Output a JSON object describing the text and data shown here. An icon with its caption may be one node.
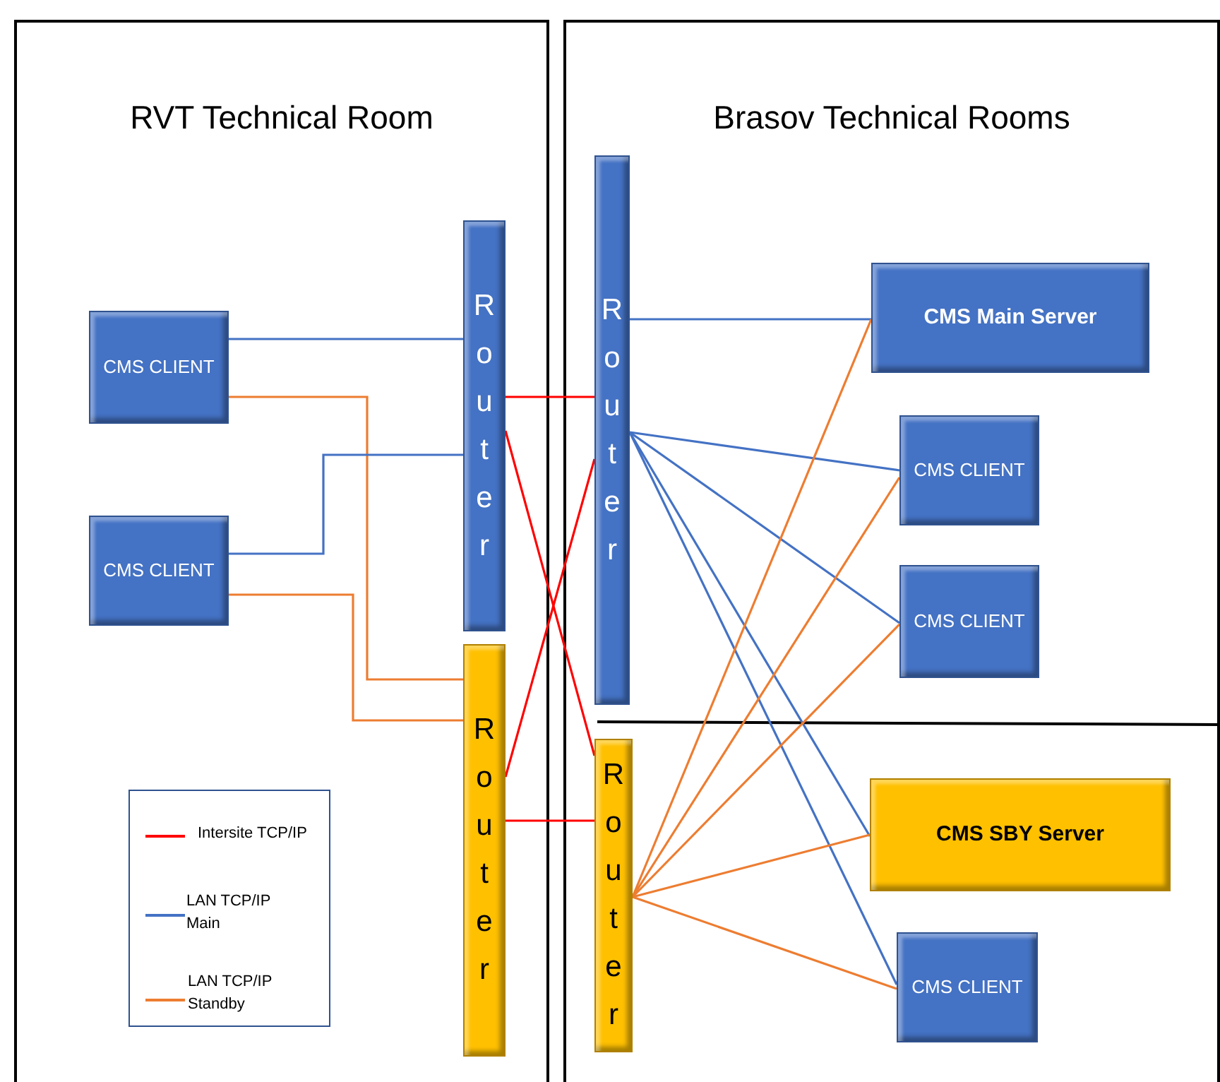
{
  "diagram": {
    "nodes": [
      {
        "text": [
          "RVT Technical Room"
        ]
      },
      {
        "text": [
          "Brasov Technical Rooms"
        ]
      },
      {
        "text": [
          "CMS CLIENT"
        ],
        "in": 0
      },
      {
        "text": [
          "CMS CLIENT"
        ],
        "in": 0
      },
      {
        "text": [
          "Router"
        ],
        "in": 0
      },
      {
        "text": [
          "Router"
        ],
        "in": 0
      },
      {
        "text": [
          "Router"
        ],
        "in": 1
      },
      {
        "text": [
          "Router"
        ],
        "in": 1
      },
      {
        "text": [
          "CMS Main Server"
        ],
        "in": 1
      },
      {
        "text": [
          "CMS CLIENT"
        ],
        "in": 1
      },
      {
        "text": [
          "CMS CLIENT"
        ],
        "in": 1
      },
      {
        "text": [
          "CMS SBY Server"
        ],
        "in": 1
      },
      {
        "text": [
          "CMS CLIENT"
        ],
        "in": 1
      }
    ],
    "edges": [
      {
        "from": 2,
        "to": 4,
        "arrow": "none"
      },
      {
        "from": 2,
        "to": 5,
        "arrow": "none",
        "color": "#ed7d31"
      },
      {
        "from": 3,
        "to": 4,
        "arrow": "none"
      },
      {
        "from": 3,
        "to": 5,
        "arrow": "none",
        "color": "#ed7d31"
      },
      {
        "from": 4,
        "to": 6,
        "arrow": "none",
        "color": "#ff0000"
      },
      {
        "from": 4,
        "to": 7,
        "arrow": "none",
        "color": "#ff0000"
      },
      {
        "from": 5,
        "to": 6,
        "arrow": "none",
        "color": "#ff0000"
      },
      {
        "from": 5,
        "to": 7,
        "arrow": "none",
        "color": "#ff0000"
      },
      {
        "from": 6,
        "to": 8,
        "arrow": "none"
      },
      {
        "from": 6,
        "to": 9,
        "arrow": "none"
      },
      {
        "from": 6,
        "to": 10,
        "arrow": "none"
      },
      {
        "from": 6,
        "to": 11,
        "arrow": "none"
      },
      {
        "from": 6,
        "to": 12,
        "arrow": "none"
      },
      {
        "from": 7,
        "to": 8,
        "arrow": "none",
        "color": "#ed7d31"
      },
      {
        "from": 7,
        "to": 9,
        "arrow": "none",
        "color": "#ed7d31"
      },
      {
        "from": 7,
        "to": 10,
        "arrow": "none",
        "color": "#ed7d31"
      },
      {
        "from": 7,
        "to": 11,
        "arrow": "none",
        "color": "#ed7d31"
      },
      {
        "from": 7,
        "to": 12,
        "arrow": "none",
        "color": "#ed7d31"
      }
    ],
    "legend": [
      {
        "text": "Intersite TCP/IP",
        "color": "#ff0000"
      },
      {
        "text": "LAN TCP/IP Main",
        "color": "#4472c4"
      },
      {
        "text": "LAN TCP/IP Standby",
        "color": "#ed7d31"
      }
    ]
  }
}
